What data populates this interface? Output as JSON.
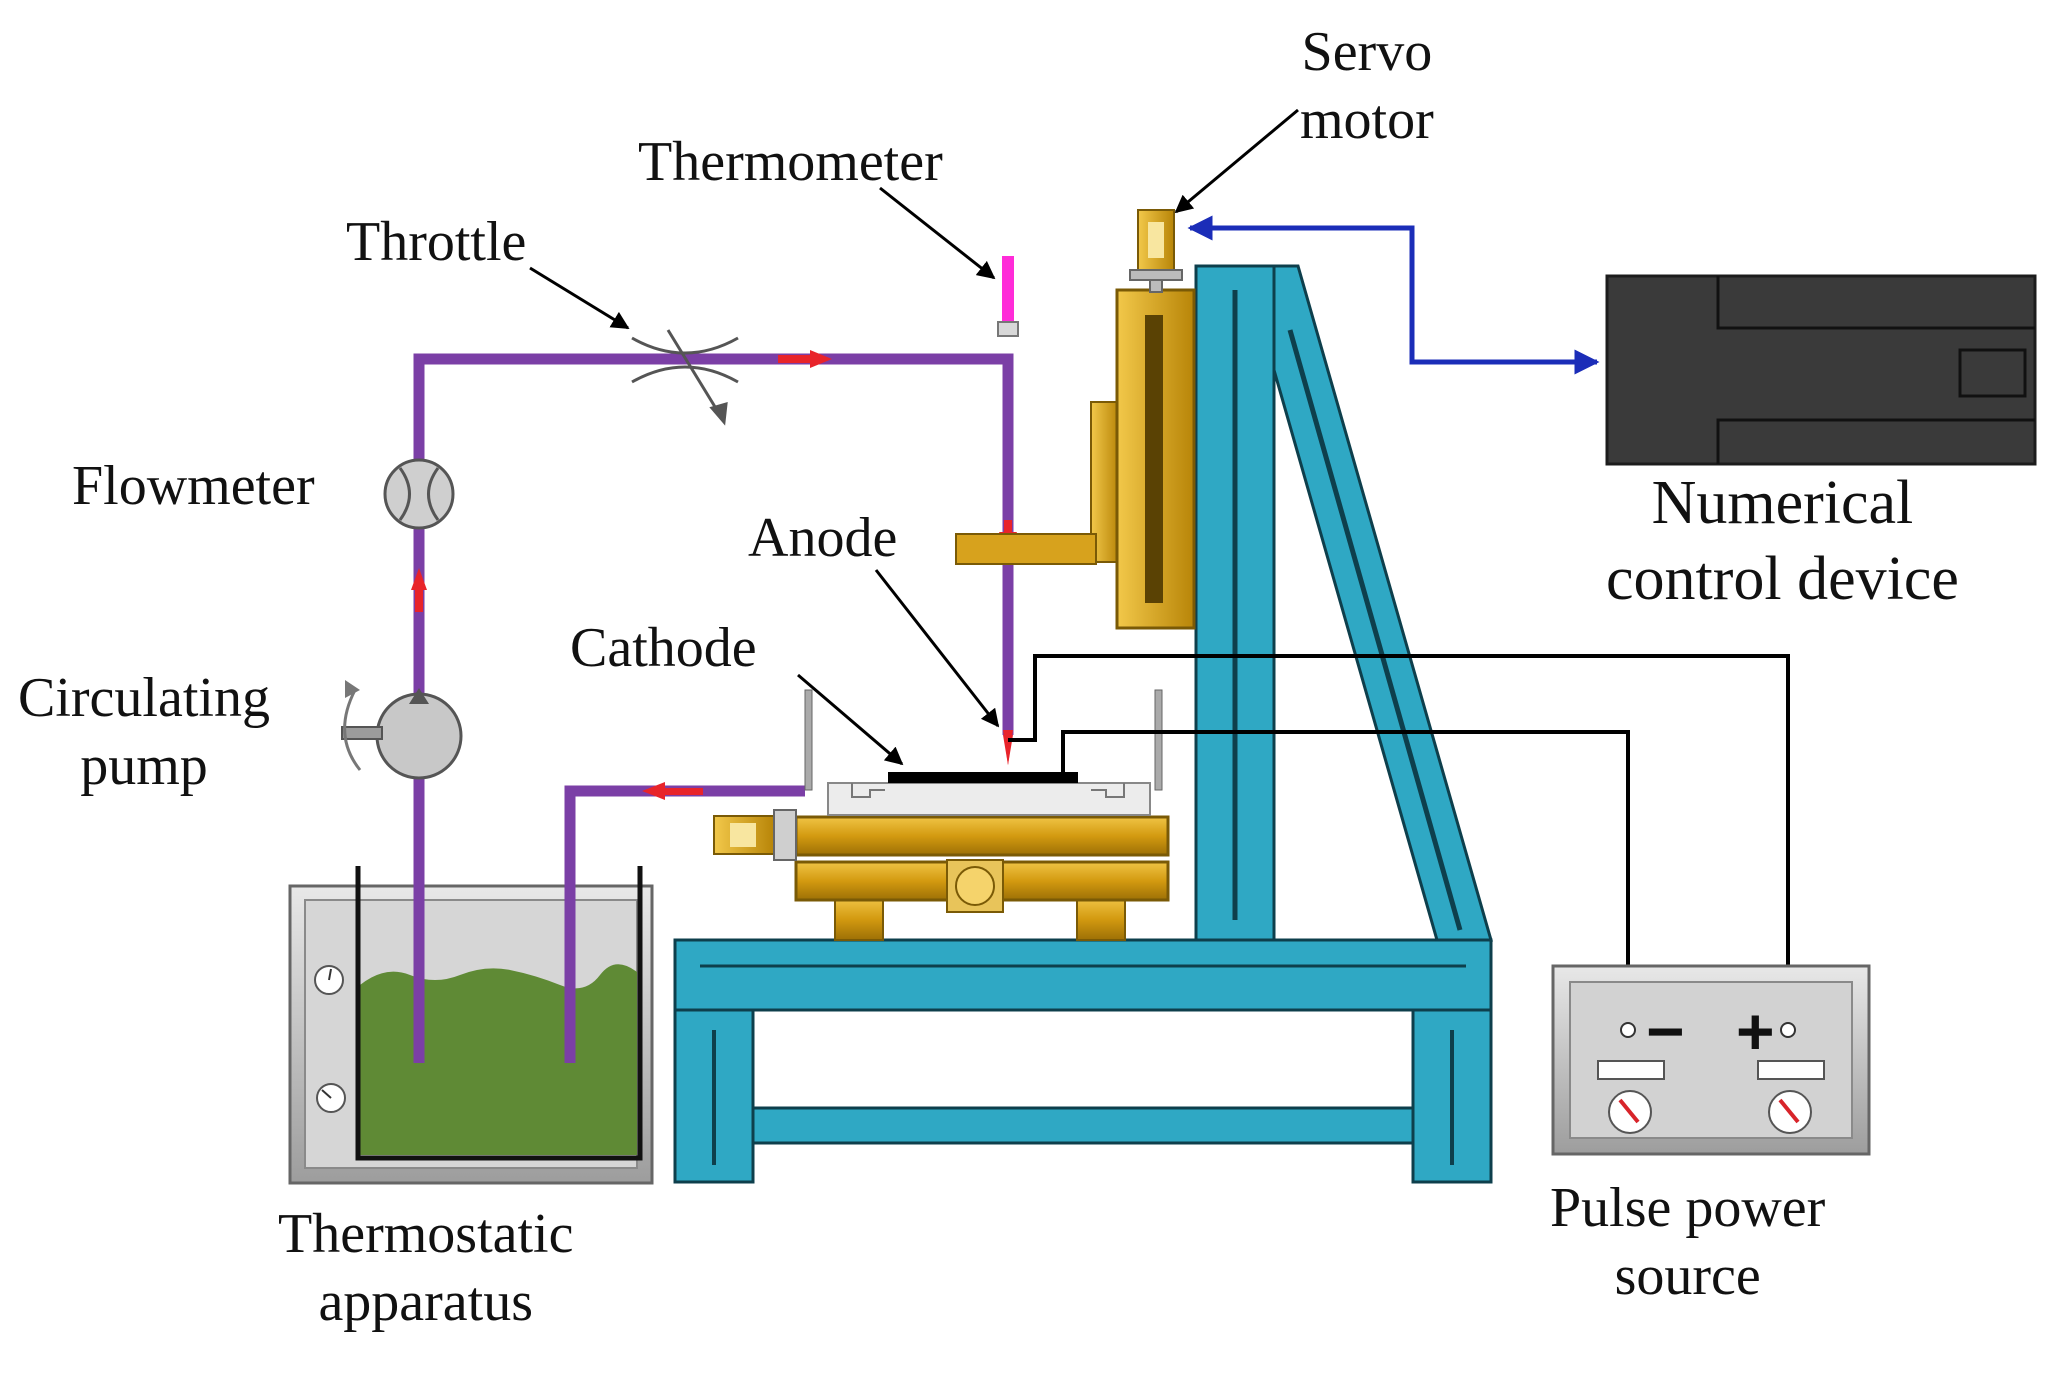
{
  "labels": {
    "servo_motor": [
      "Servo",
      "motor"
    ],
    "thermometer": "Thermometer",
    "throttle": "Throttle",
    "flowmeter": "Flowmeter",
    "anode": "Anode",
    "cathode": "Cathode",
    "circulating_pump": [
      "Circulating",
      "pump"
    ],
    "numerical_control_device": [
      "Numerical",
      "control device"
    ],
    "thermostatic_apparatus": [
      "Thermostatic",
      "apparatus"
    ],
    "pulse_power_source": [
      "Pulse power",
      "source"
    ]
  },
  "terminals": {
    "negative": "−",
    "positive": "+"
  },
  "colors": {
    "pipe": "#7b3fa6",
    "flow_arrow": "#e8242a",
    "frame": "#2fa8c4",
    "frame_dark": "#0e3f4c",
    "brass": "#d7a21d",
    "brass_dark": "#7a5a06",
    "electrolyte": "#5f8a35",
    "control_signal": "#1b2db8",
    "control_device": "#3a3a3a",
    "thermometer": "#ff2bd8",
    "wire": "#000000"
  },
  "icons": [
    "throttle-valve-icon",
    "flowmeter-icon",
    "circulating-pump-icon",
    "thermometer-icon",
    "servo-motor-icon",
    "dial-gauge-icon"
  ]
}
